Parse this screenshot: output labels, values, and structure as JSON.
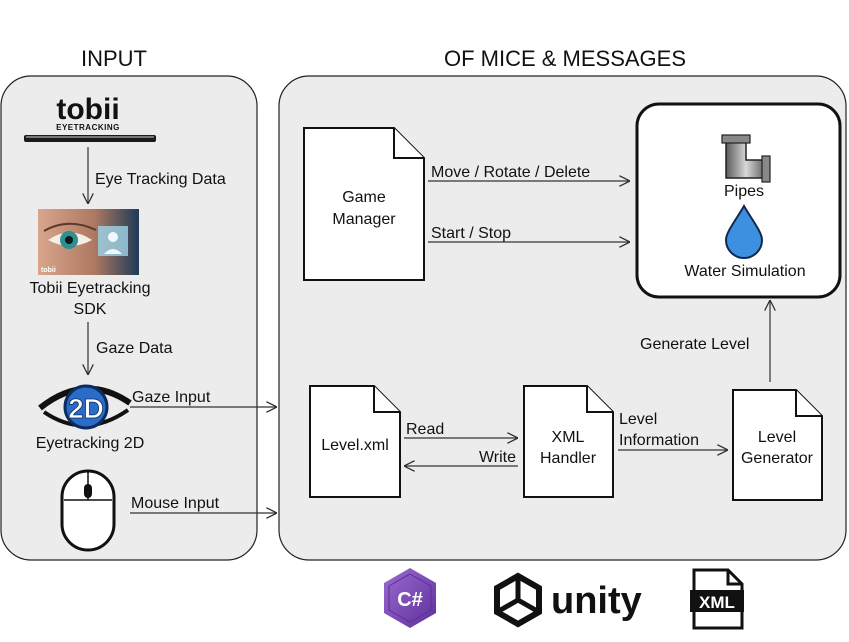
{
  "headers": {
    "input": "INPUT",
    "main": "OF MICE & MESSAGES"
  },
  "input_panel": {
    "tobii_logo": "tobii",
    "tobii_logo_sub": "EYETRACKING",
    "eye_image_brand": "tobii",
    "eye_tracking_data": "Eye Tracking Data",
    "sdk_line1": "Tobii Eyetracking",
    "sdk_line2": "SDK",
    "gaze_data": "Gaze Data",
    "eyetracking_2d_logo_text": "2D",
    "eyetracking_2d": "Eyetracking 2D",
    "gaze_input": "Gaze Input",
    "mouse_input": "Mouse Input"
  },
  "main_panel": {
    "game_manager_line1": "Game",
    "game_manager_line2": "Manager",
    "move_rotate_delete": "Move / Rotate / Delete",
    "start_stop": "Start / Stop",
    "pipes": "Pipes",
    "water_simulation": "Water Simulation",
    "generate_level": "Generate Level",
    "level_xml": "Level.xml",
    "read": "Read",
    "write": "Write",
    "xml_handler_line1": "XML",
    "xml_handler_line2": "Handler",
    "level_information_line1": "Level",
    "level_information_line2": "Information",
    "level_generator_line1": "Level",
    "level_generator_line2": "Generator"
  },
  "footer_logos": {
    "csharp_symbol": "C#",
    "unity": "unity",
    "xml_file": "XML"
  },
  "colors": {
    "panel_fill": "#ececec",
    "csharp_purple": "#7a4fb0",
    "water_blue": "#3d8fe0"
  },
  "icons": [
    "tobii-logo",
    "eye-photo",
    "eyetracking-2d-logo",
    "mouse-icon",
    "document-icon",
    "pipe-icon",
    "water-drop-icon",
    "csharp-logo",
    "unity-logo",
    "xml-file-icon"
  ]
}
